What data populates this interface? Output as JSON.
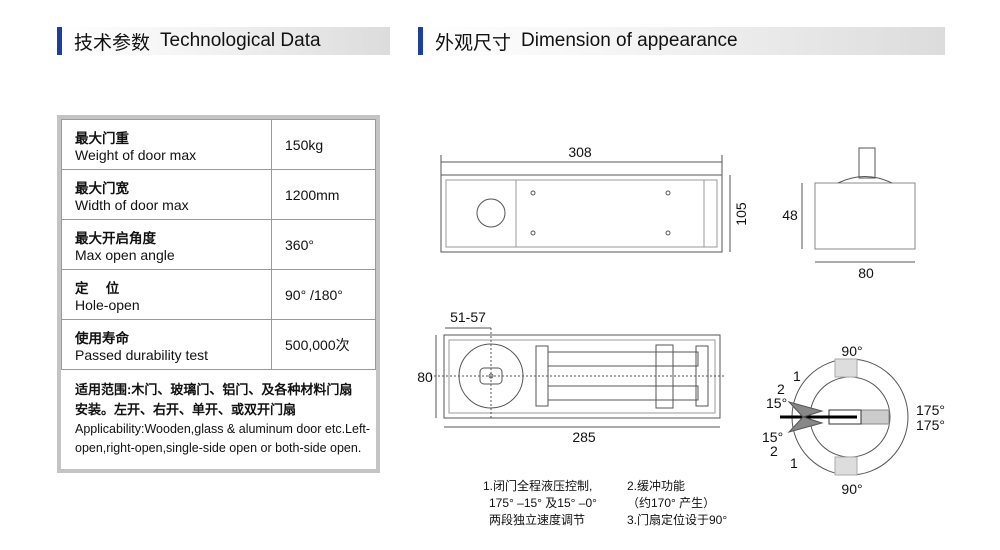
{
  "left_header": {
    "cn": "技术参数",
    "en": "Technological Data"
  },
  "right_header": {
    "cn": "外观尺寸",
    "en": "Dimension of appearance"
  },
  "specs": [
    {
      "cn": "最大门重",
      "en": "Weight of door max",
      "value": "150kg"
    },
    {
      "cn": "最大门宽",
      "en": "Width of door max",
      "value": "1200mm"
    },
    {
      "cn": "最大开启角度",
      "en": "Max open angle",
      "value": "360°"
    },
    {
      "cn": "定　 位",
      "en": "Hole-open",
      "value": "90° /180°"
    },
    {
      "cn": "使用寿命",
      "en": "Passed durability test",
      "value": "500,000次"
    }
  ],
  "applicability": {
    "cn_line1": "适用范围:木门、玻璃门、铝门、及各种材料门扇",
    "cn_line2": "安装。左开、右开、单开、或双开门扇",
    "en_line1": "Applicability:Wooden,glass & aluminum door etc.Left-",
    "en_line2": "open,right-open,single-side open or both-side open."
  },
  "dimensions": {
    "top_length": "308",
    "top_height": "105",
    "side_height": "48",
    "side_width": "80",
    "bottom_offset": "51-57",
    "bottom_height": "80",
    "bottom_length": "285"
  },
  "angle_diagram": {
    "top": "90°",
    "bottom": "90°",
    "right_upper": "175°",
    "right_lower": "175°",
    "left_upper": "15°",
    "left_lower": "15°",
    "zone1": "1",
    "zone2": "2"
  },
  "notes": {
    "n1_l1": "1.闭门全程液压控制,",
    "n1_l2": "175° –15° 及15° –0°",
    "n1_l3": "两段独立速度调节",
    "n2_l1": "2.缓冲功能",
    "n2_l2": "（约170° 产生）",
    "n3": "3.门扇定位设于90°"
  }
}
